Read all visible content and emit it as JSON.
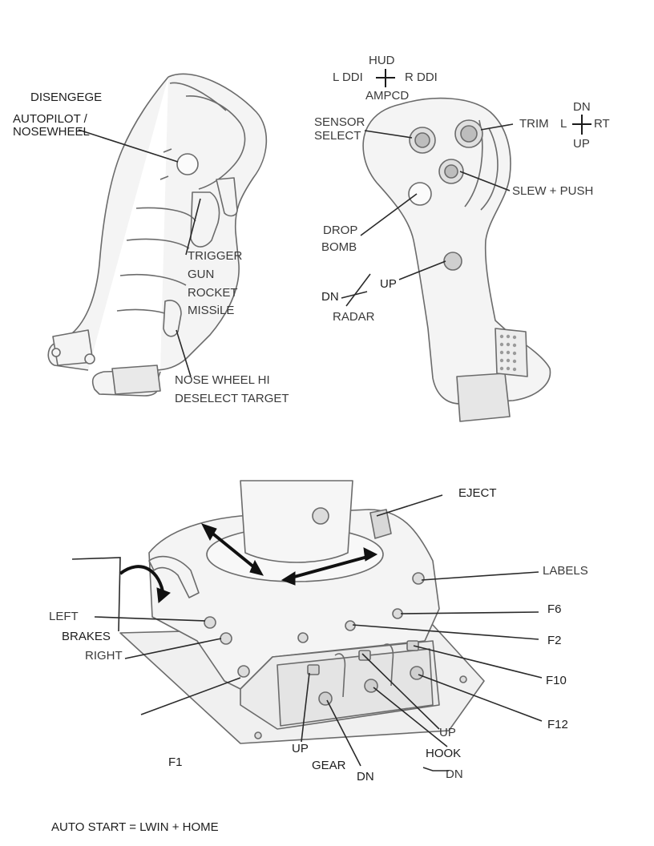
{
  "grip_left": {
    "disengage": "DISENGEGE",
    "autopilot_line1": "AUTOPILOT /",
    "autopilot_line2": "NOSEWHEEL",
    "trigger": [
      "TRIGGER",
      "GUN",
      "ROCKET",
      "MISSiLE"
    ],
    "nose_wheel_hi": "NOSE WHEEL HI",
    "deselect_target": "DESELECT TARGET"
  },
  "grip_right": {
    "hat_top": "HUD",
    "hat_left": "L DDI",
    "hat_right": "R DDI",
    "hat_bottom": "AMPCD",
    "sensor_line1": "SENSOR",
    "sensor_line2": "SELECT",
    "trim": "TRIM",
    "trim_l": "L",
    "trim_rt": "RT",
    "trim_dn": "DN",
    "trim_up": "UP",
    "slew": "SLEW + PUSH",
    "drop_line1": "DROP",
    "drop_line2": "BOMB",
    "radar_dn": "DN",
    "radar_up": "UP",
    "radar": "RADAR"
  },
  "base": {
    "eject": "EJECT",
    "labels": "LABELS",
    "left": "LEFT",
    "brakes": "BRAKES",
    "right": "RIGHT",
    "f6": "F6",
    "f2": "F2",
    "f10": "F10",
    "f12": "F12",
    "f1": "F1",
    "hook_up": "UP",
    "hook": "HOOK",
    "hook_dn": "DN",
    "gear_up": "UP",
    "gear": "GEAR",
    "gear_dn": "DN"
  },
  "footer": {
    "auto_start": "AUTO START = LWIN + HOME"
  }
}
